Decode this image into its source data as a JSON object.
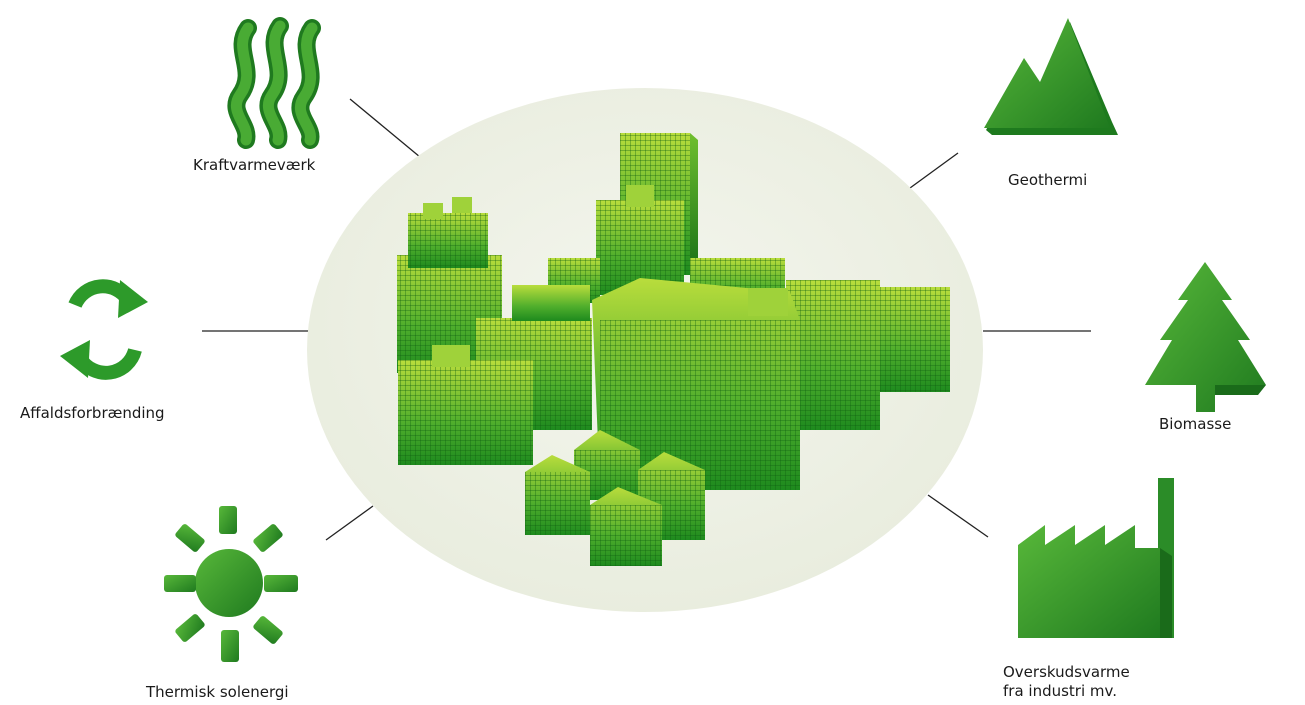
{
  "sources": [
    {
      "key": "chp",
      "label": "Kraftvarmeværk",
      "icon": "heat-waves-icon"
    },
    {
      "key": "geo",
      "label": "Geothermi",
      "icon": "mountain-icon"
    },
    {
      "key": "waste",
      "label": "Affaldsforbrænding",
      "icon": "recycle-arrows-icon"
    },
    {
      "key": "bio",
      "label": "Biomasse",
      "icon": "tree-icon"
    },
    {
      "key": "solar",
      "label": "Thermisk solenergi",
      "icon": "sun-icon"
    },
    {
      "key": "industry",
      "label_line1": "Overskudsvarme",
      "label_line2": "fra industri mv.",
      "icon": "factory-icon"
    }
  ],
  "center": {
    "icon": "city-buildings-icon"
  },
  "colors": {
    "green_dark": "#1f7a1f",
    "green_mid": "#3aa135",
    "green_light": "#c8e64a",
    "ellipse": "#eef1e6"
  }
}
